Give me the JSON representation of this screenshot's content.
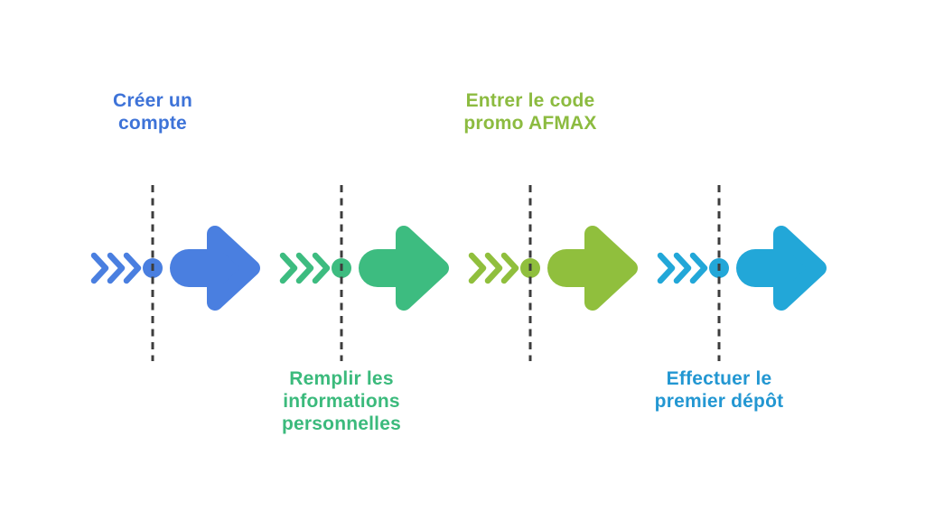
{
  "diagram": {
    "background": "#ffffff",
    "dashed_line_color": "#3d3d3d",
    "orientation": "horizontal-timeline"
  },
  "icons": {
    "chevrons": "triple-chevron-right",
    "marker": "milestone-dot",
    "arrow": "arrow-right",
    "divider": "vertical-dashed-line"
  },
  "steps": [
    {
      "id": "creer-un-compte",
      "label": "Créer un compte",
      "label_lines": [
        "Créer un",
        "compte"
      ],
      "label_position": "top",
      "color": "#4a7fe0",
      "label_color": "#3e73d8"
    },
    {
      "id": "remplir-les-informations-personnelles",
      "label": "Remplir les informations personnelles",
      "label_lines": [
        "Remplir les",
        "informations",
        "personnelles"
      ],
      "label_position": "bottom",
      "color": "#3dbc80",
      "label_color": "#3bba7c"
    },
    {
      "id": "entrer-le-code-promo-afmax",
      "label": "Entrer le code promo AFMAX",
      "label_lines": [
        "Entrer le code",
        "promo AFMAX"
      ],
      "label_position": "top",
      "color": "#90bf3d",
      "label_color": "#8cbb40"
    },
    {
      "id": "effectuer-le-premier-depot",
      "label": "Effectuer le premier dépôt",
      "label_lines": [
        "Effectuer le",
        "premier dépôt"
      ],
      "label_position": "bottom",
      "color": "#22a7d8",
      "label_color": "#2397d2"
    }
  ]
}
